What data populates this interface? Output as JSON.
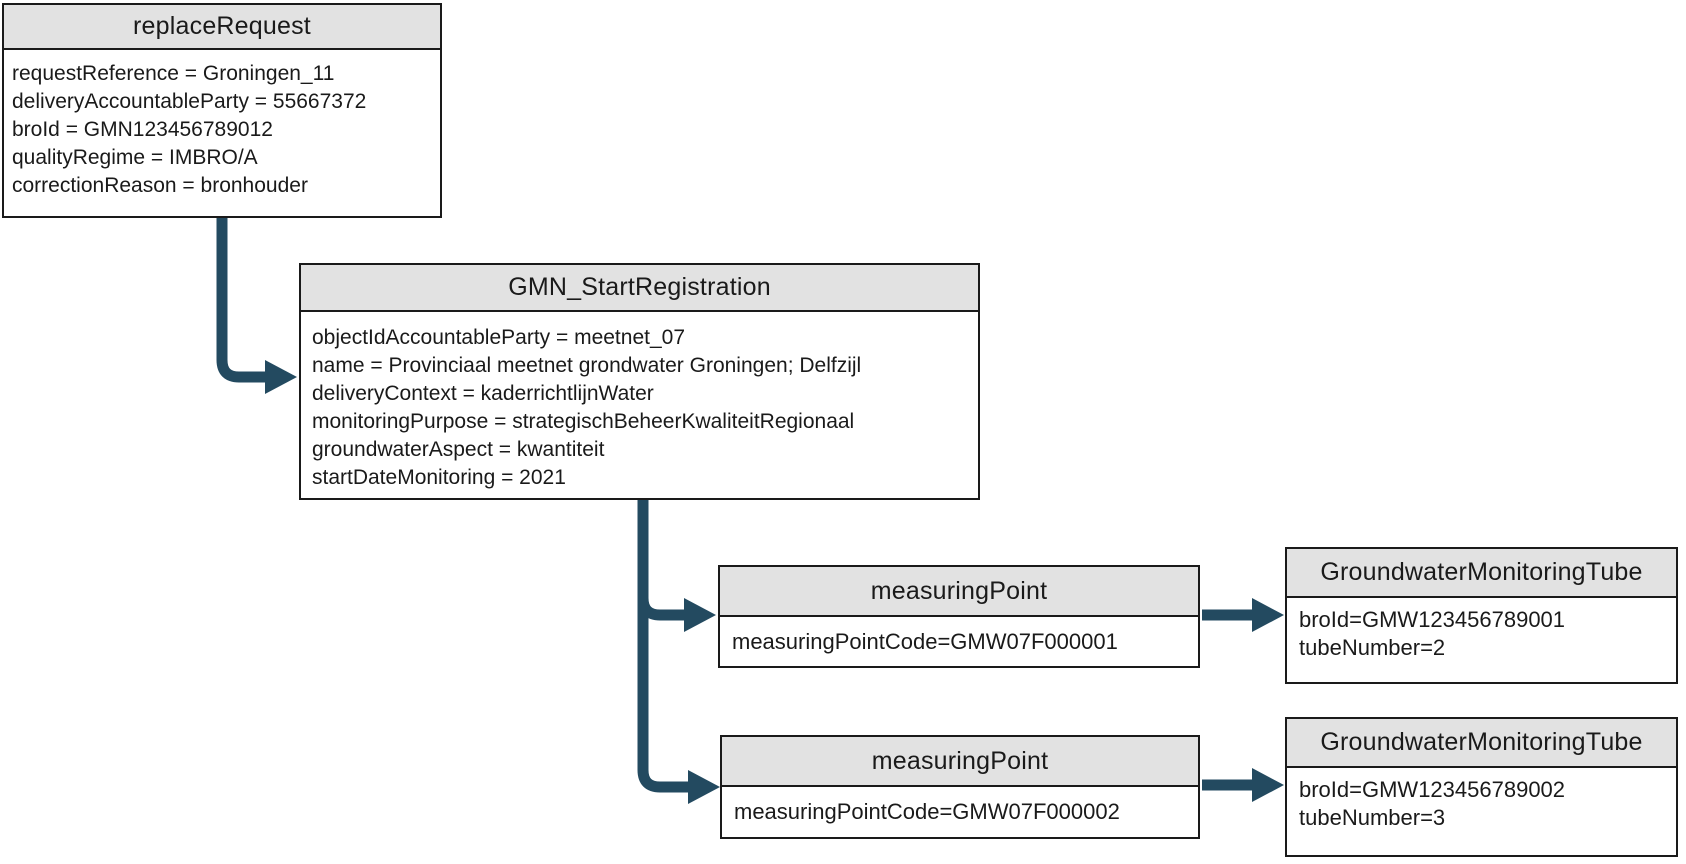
{
  "diagram": {
    "colors": {
      "background": "#ffffff",
      "arrow": "#234a60",
      "header_fill": "#e2e2e2",
      "border": "#1a1a1a",
      "text": "#1a1a1a"
    },
    "nodes": {
      "replace_request": {
        "title": "replaceRequest",
        "attributes": [
          "requestReference = Groningen_11",
          "deliveryAccountableParty = 55667372",
          "broId = GMN123456789012",
          "qualityRegime = IMBRO/A",
          "correctionReason = bronhouder"
        ]
      },
      "gmn_start_registration": {
        "title": "GMN_StartRegistration",
        "attributes": [
          "objectIdAccountableParty = meetnet_07",
          "name = Provinciaal meetnet grondwater Groningen; Delfzijl",
          "deliveryContext = kaderrichtlijnWater",
          "monitoringPurpose = strategischBeheerKwaliteitRegionaal",
          "groundwaterAspect = kwantiteit",
          "startDateMonitoring = 2021"
        ]
      },
      "measuring_point_1": {
        "title": "measuringPoint",
        "attributes": [
          "measuringPointCode=GMW07F000001"
        ]
      },
      "measuring_point_2": {
        "title": "measuringPoint",
        "attributes": [
          "measuringPointCode=GMW07F000002"
        ]
      },
      "tube_1": {
        "title": "GroundwaterMonitoringTube",
        "attributes": [
          "broId=GMW123456789001",
          "tubeNumber=2"
        ]
      },
      "tube_2": {
        "title": "GroundwaterMonitoringTube",
        "attributes": [
          "broId=GMW123456789002",
          "tubeNumber=3"
        ]
      }
    },
    "edges": [
      {
        "from": "replaceRequest",
        "to": "GMN_StartRegistration"
      },
      {
        "from": "GMN_StartRegistration",
        "to": "measuringPoint GMW07F000001"
      },
      {
        "from": "GMN_StartRegistration",
        "to": "measuringPoint GMW07F000002"
      },
      {
        "from": "measuringPoint GMW07F000001",
        "to": "GroundwaterMonitoringTube GMW123456789001"
      },
      {
        "from": "measuringPoint GMW07F000002",
        "to": "GroundwaterMonitoringTube GMW123456789002"
      }
    ]
  }
}
